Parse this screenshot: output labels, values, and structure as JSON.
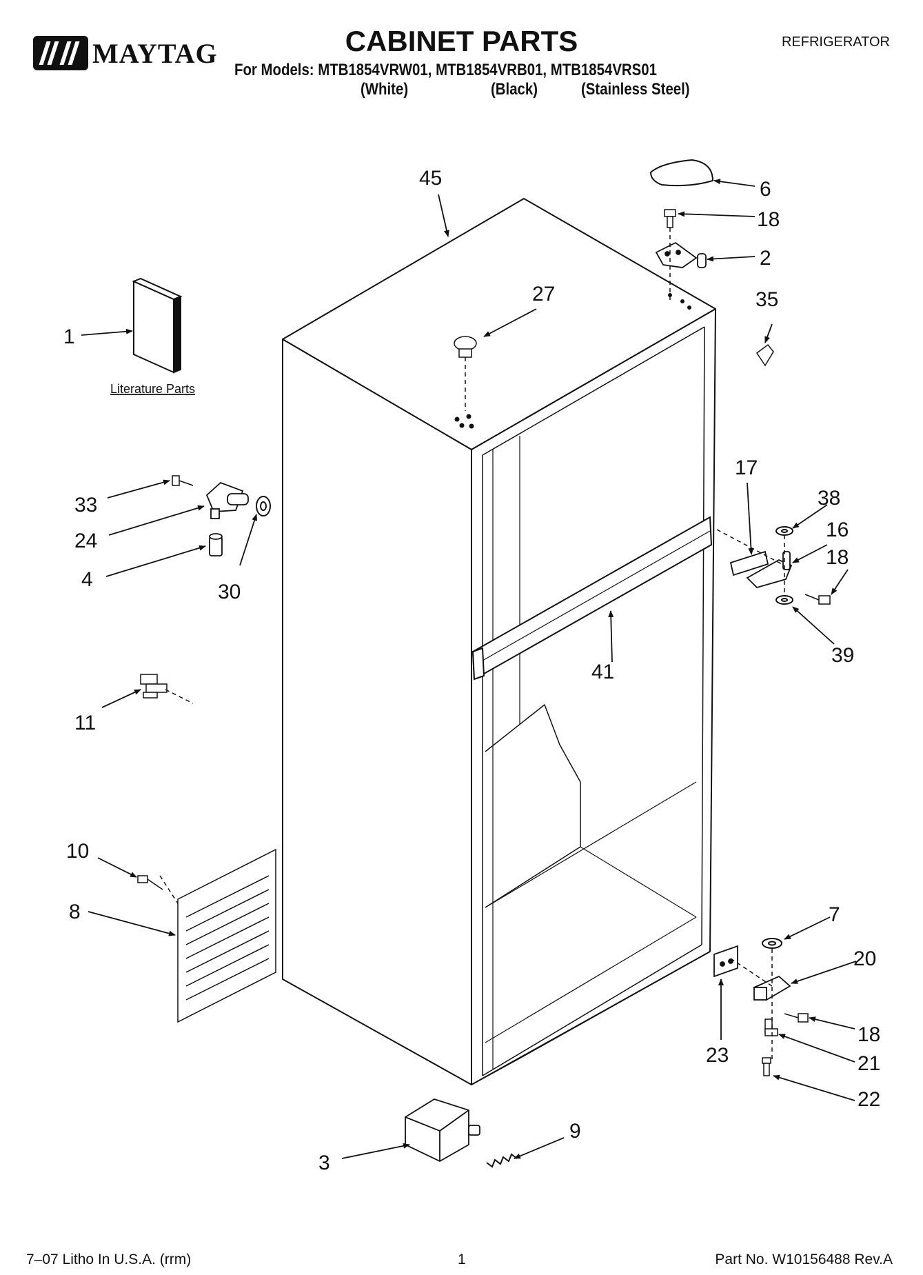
{
  "header": {
    "brand": "MAYTAG",
    "title": "CABINET PARTS",
    "appliance_type": "REFRIGERATOR",
    "models_line": "For Models: MTB1854VRW01, MTB1854VRB01, MTB1854VRS01",
    "variants": [
      "(White)",
      "(Black)",
      "(Stainless Steel)"
    ]
  },
  "diagram": {
    "literature_label": "Literature Parts",
    "callouts": {
      "c45": "45",
      "c6": "6",
      "c18a": "18",
      "c2": "2",
      "c27": "27",
      "c35": "35",
      "c1": "1",
      "c33": "33",
      "c24": "24",
      "c4": "4",
      "c30": "30",
      "c17": "17",
      "c38": "38",
      "c16": "16",
      "c18b": "18",
      "c39": "39",
      "c41": "41",
      "c11": "11",
      "c10": "10",
      "c8": "8",
      "c7": "7",
      "c20": "20",
      "c18c": "18",
      "c21": "21",
      "c22": "22",
      "c23": "23",
      "c3": "3",
      "c9": "9"
    }
  },
  "footer": {
    "print_info": "7–07 Litho In U.S.A. (rrm)",
    "page_number": "1",
    "part_number": "Part No. W10156488 Rev.A"
  }
}
